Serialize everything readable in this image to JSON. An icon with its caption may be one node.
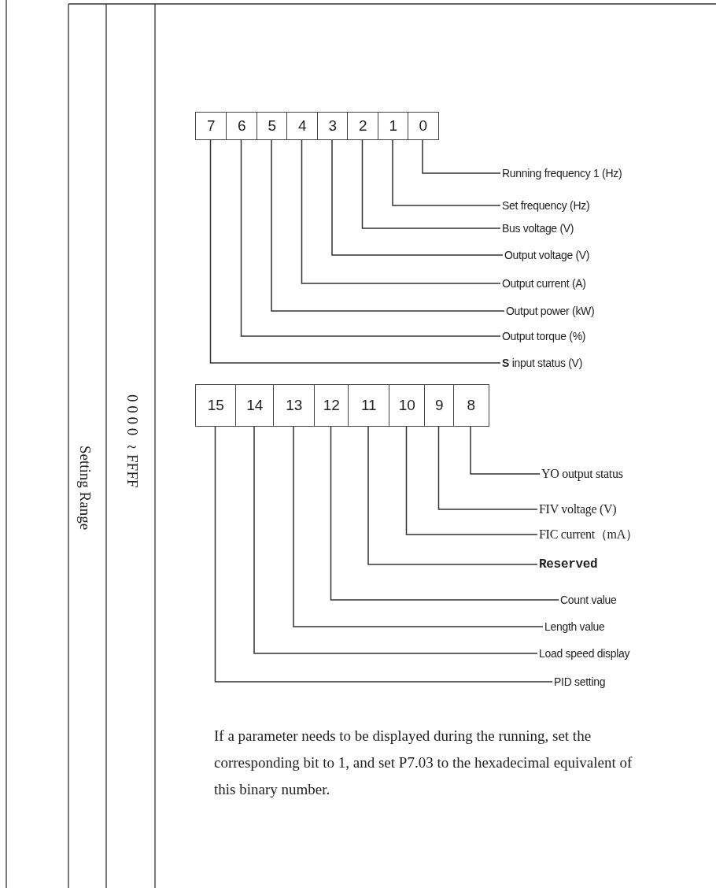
{
  "diagram": {
    "nodes": [
      {
        "text": [
          "7"
        ]
      },
      {
        "text": [
          "6"
        ]
      },
      {
        "text": [
          "5"
        ]
      },
      {
        "text": [
          "4"
        ]
      },
      {
        "text": [
          "3"
        ]
      },
      {
        "text": [
          "2"
        ]
      },
      {
        "text": [
          "1"
        ]
      },
      {
        "text": [
          "0"
        ]
      },
      {
        "text": [
          "Running frequency 1 (Hz)"
        ]
      },
      {
        "text": [
          "Set frequency (Hz)"
        ]
      },
      {
        "text": [
          "Bus voltage (V)"
        ]
      },
      {
        "text": [
          "Output voltage (V)"
        ]
      },
      {
        "text": [
          "Output current (A)"
        ]
      },
      {
        "text": [
          "Output power (kW)"
        ]
      },
      {
        "text": [
          "Output torque (%)"
        ]
      },
      {
        "text": [
          "**S** input status (V)"
        ]
      },
      {
        "text": [
          "15"
        ]
      },
      {
        "text": [
          "14"
        ]
      },
      {
        "text": [
          "13"
        ]
      },
      {
        "text": [
          "12"
        ]
      },
      {
        "text": [
          "11"
        ]
      },
      {
        "text": [
          "10"
        ]
      },
      {
        "text": [
          "9"
        ]
      },
      {
        "text": [
          "8"
        ]
      },
      {
        "text": [
          "YO output status"
        ]
      },
      {
        "text": [
          "FIV voltage (V)"
        ]
      },
      {
        "text": [
          "FIC current（mA）"
        ]
      },
      {
        "text": [
          "Reserved"
        ]
      },
      {
        "text": [
          "Count value"
        ]
      },
      {
        "text": [
          "Length value"
        ]
      },
      {
        "text": [
          "Load speed display"
        ]
      },
      {
        "text": [
          "PID setting"
        ]
      }
    ],
    "edges": [
      {
        "from": 7,
        "to": 8,
        "arrow": "none"
      },
      {
        "from": 6,
        "to": 9,
        "arrow": "none"
      },
      {
        "from": 5,
        "to": 10,
        "arrow": "none"
      },
      {
        "from": 4,
        "to": 11,
        "arrow": "none"
      },
      {
        "from": 3,
        "to": 12,
        "arrow": "none"
      },
      {
        "from": 2,
        "to": 13,
        "arrow": "none"
      },
      {
        "from": 1,
        "to": 14,
        "arrow": "none"
      },
      {
        "from": 0,
        "to": 15,
        "arrow": "none"
      },
      {
        "from": 23,
        "to": 24,
        "arrow": "none"
      },
      {
        "from": 22,
        "to": 25,
        "arrow": "none"
      },
      {
        "from": 21,
        "to": 26,
        "arrow": "none"
      },
      {
        "from": 20,
        "to": 27,
        "arrow": "none"
      },
      {
        "from": 19,
        "to": 28,
        "arrow": "none"
      },
      {
        "from": 18,
        "to": 29,
        "arrow": "none"
      },
      {
        "from": 17,
        "to": 30,
        "arrow": "none"
      },
      {
        "from": 16,
        "to": 31,
        "arrow": "none"
      }
    ],
    "labels": [
      "Setting Range",
      "0 0 0 0 ～FFFF",
      "If a parameter needs to be displayed during the running, set the corresponding bit to 1, and set P7.03 to the hexadecimal equivalent of this binary number."
    ]
  }
}
